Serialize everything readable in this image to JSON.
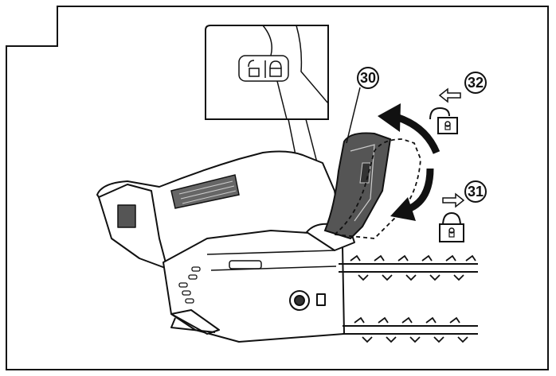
{
  "callouts": [
    {
      "id": "30",
      "label": "30"
    },
    {
      "id": "31",
      "label": "31"
    },
    {
      "id": "32",
      "label": "32"
    }
  ],
  "icons": {
    "lock": "padlock-closed-icon",
    "unlock": "padlock-open-icon",
    "rotate_up": "curved-arrow-up-icon",
    "rotate_down": "curved-arrow-down-icon"
  },
  "colors": {
    "line": "#111111",
    "fill_dark": "#444444",
    "fill_mid": "#888888",
    "background": "#ffffff"
  }
}
